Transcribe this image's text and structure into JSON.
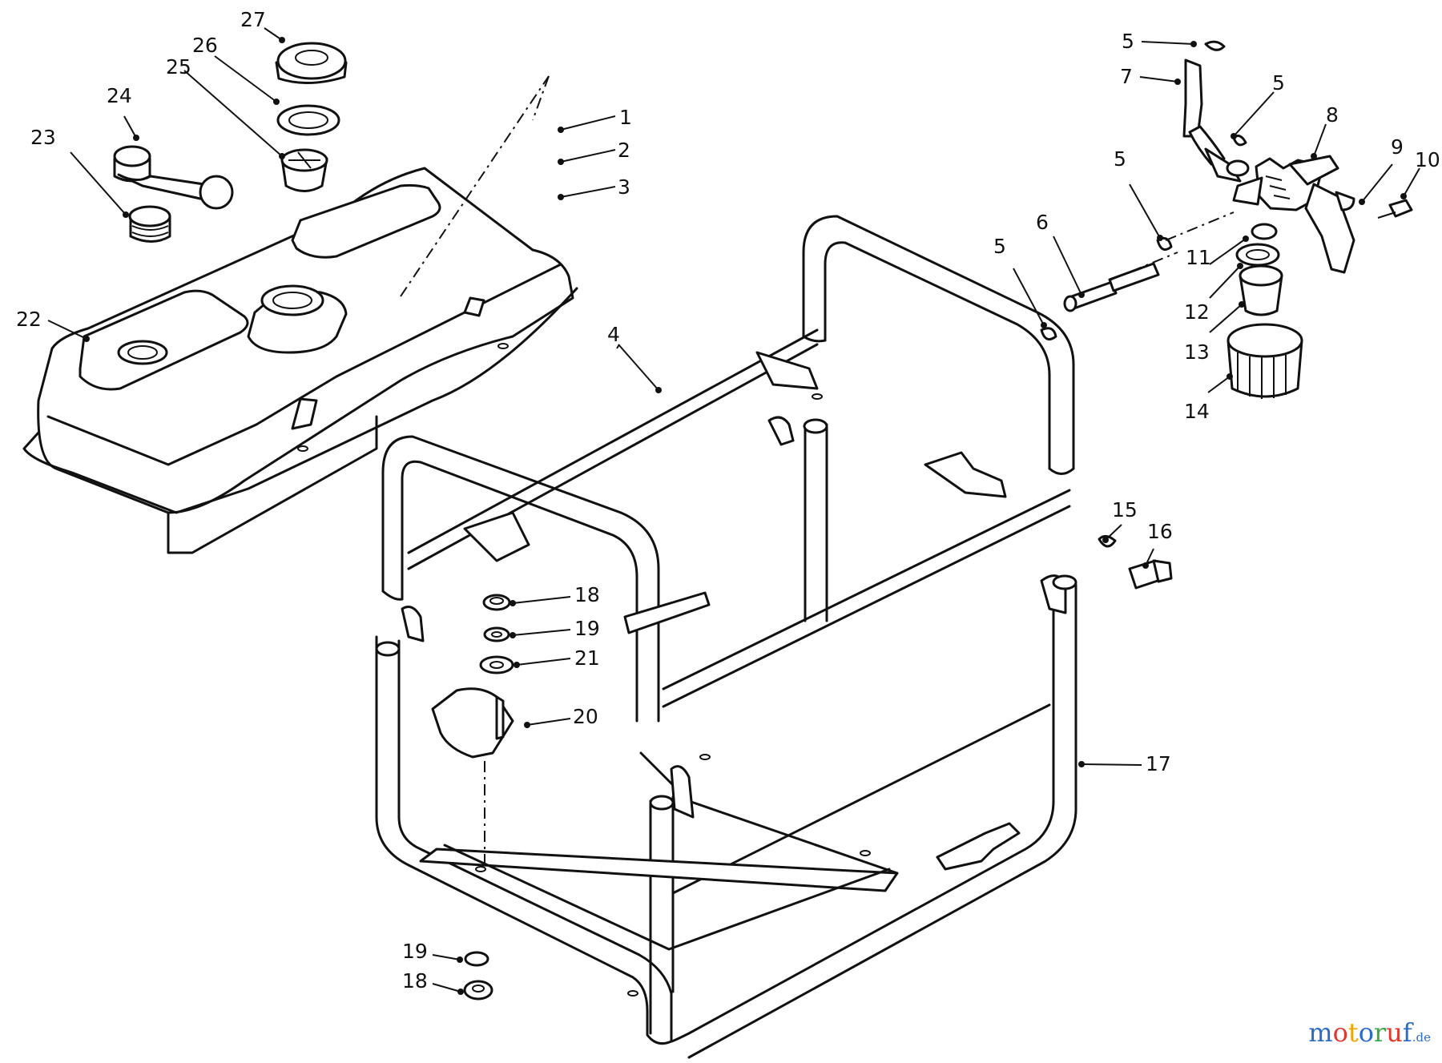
{
  "diagram": {
    "callouts": [
      {
        "id": "c1",
        "label": "1"
      },
      {
        "id": "c2",
        "label": "2"
      },
      {
        "id": "c3",
        "label": "3"
      },
      {
        "id": "c4",
        "label": "4"
      },
      {
        "id": "c5a",
        "label": "5"
      },
      {
        "id": "c5b",
        "label": "5"
      },
      {
        "id": "c5c",
        "label": "5"
      },
      {
        "id": "c5d",
        "label": "5"
      },
      {
        "id": "c6",
        "label": "6"
      },
      {
        "id": "c7",
        "label": "7"
      },
      {
        "id": "c8",
        "label": "8"
      },
      {
        "id": "c9",
        "label": "9"
      },
      {
        "id": "c10",
        "label": "10"
      },
      {
        "id": "c11",
        "label": "11"
      },
      {
        "id": "c12",
        "label": "12"
      },
      {
        "id": "c13",
        "label": "13"
      },
      {
        "id": "c14",
        "label": "14"
      },
      {
        "id": "c15",
        "label": "15"
      },
      {
        "id": "c16",
        "label": "16"
      },
      {
        "id": "c17",
        "label": "17"
      },
      {
        "id": "c18a",
        "label": "18"
      },
      {
        "id": "c18b",
        "label": "18"
      },
      {
        "id": "c19a",
        "label": "19"
      },
      {
        "id": "c19b",
        "label": "19"
      },
      {
        "id": "c20",
        "label": "20"
      },
      {
        "id": "c21",
        "label": "21"
      },
      {
        "id": "c22",
        "label": "22"
      },
      {
        "id": "c23",
        "label": "23"
      },
      {
        "id": "c24",
        "label": "24"
      },
      {
        "id": "c25",
        "label": "25"
      },
      {
        "id": "c26",
        "label": "26"
      },
      {
        "id": "c27",
        "label": "27"
      }
    ]
  },
  "watermark": {
    "letters": [
      {
        "char": "m",
        "color": "#2a6cc7"
      },
      {
        "char": "o",
        "color": "#e03a2f"
      },
      {
        "char": "t",
        "color": "#f0a500"
      },
      {
        "char": "o",
        "color": "#2a6cc7"
      },
      {
        "char": "r",
        "color": "#3aa845"
      },
      {
        "char": "u",
        "color": "#e03a2f"
      },
      {
        "char": "f",
        "color": "#2a6cc7"
      }
    ],
    "tld": ".de"
  }
}
